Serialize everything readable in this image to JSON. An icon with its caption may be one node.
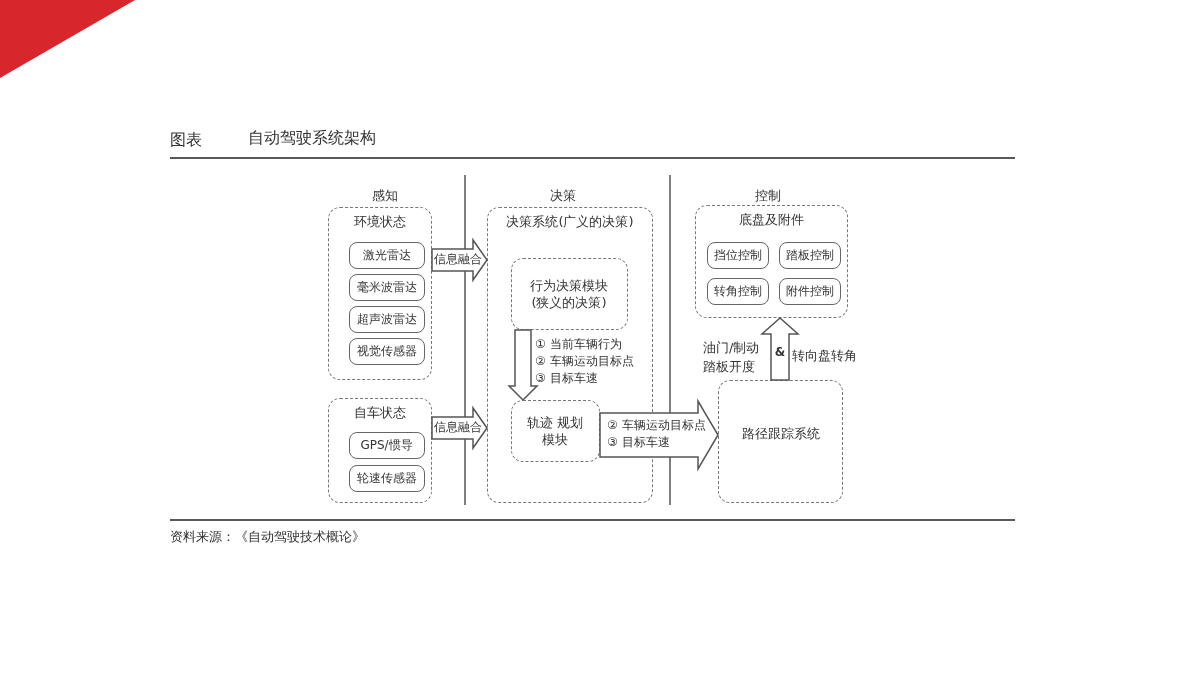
{
  "diagram": {
    "title": "自动驾驶系统架构",
    "caption": "资料来源：《自动驾驶技术概论》",
    "nodes": [
      {
        "text": [
          "环境状态"
        ]
      },
      {
        "text": [
          "激光雷达"
        ],
        "in": 0
      },
      {
        "text": [
          "毫米波雷达"
        ],
        "in": 0
      },
      {
        "text": [
          "超声波雷达"
        ],
        "in": 0
      },
      {
        "text": [
          "视觉传感器"
        ],
        "in": 0
      },
      {
        "text": [
          "自车状态"
        ]
      },
      {
        "text": [
          "GPS/惯导"
        ],
        "in": 5
      },
      {
        "text": [
          "轮速传感器"
        ],
        "in": 5
      },
      {
        "text": [
          "决策系统(广义的决策)"
        ]
      },
      {
        "text": [
          "行为决策模块(狭义的决策)"
        ],
        "in": 8
      },
      {
        "text": [
          "轨迹 规划模块"
        ],
        "in": 8
      },
      {
        "text": [
          "底盘及附件"
        ]
      },
      {
        "text": [
          "挡位控制"
        ],
        "in": 11
      },
      {
        "text": [
          "踏板控制"
        ],
        "in": 11
      },
      {
        "text": [
          "转角控制"
        ],
        "in": 11
      },
      {
        "text": [
          "附件控制"
        ],
        "in": 11
      },
      {
        "text": [
          "路径跟踪系统"
        ]
      }
    ],
    "edges": [
      {
        "from": 0,
        "to": 8,
        "arrow": "to",
        "label": "信息融合"
      },
      {
        "from": 5,
        "to": 8,
        "arrow": "to",
        "label": "信息融合"
      },
      {
        "from": 9,
        "to": 10,
        "arrow": "to",
        "label": "① 当前车辆行为 ② 车辆运动目标点 ③ 目标车速"
      },
      {
        "from": 10,
        "to": 16,
        "arrow": "to",
        "label": "② 车辆运动目标点 ③ 目标车速"
      },
      {
        "from": 16,
        "to": 11,
        "arrow": "to",
        "label": "&"
      }
    ],
    "labels": [
      "图表",
      "感知",
      "决策",
      "控制",
      "油门/制动踏板开度",
      "转向盘转角"
    ]
  }
}
